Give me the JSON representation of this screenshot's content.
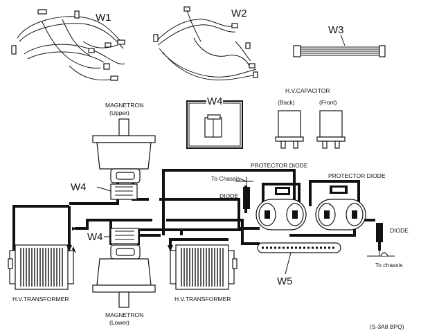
{
  "labels": {
    "w1": "W1",
    "w2": "W2",
    "w3": "W3",
    "w4_box": "W4",
    "w4_upper": "W4",
    "w4_lower": "W4",
    "w5": "W5",
    "hv_capacitor": "H.V.CAPACITOR",
    "back": "(Back)",
    "front": "(Front)",
    "magnetron_upper_1": "MAGNETRON",
    "magnetron_upper_2": "(Upper)",
    "magnetron_lower_1": "MAGNETRON",
    "magnetron_lower_2": "(Lower)",
    "protector_diode_1": "PROTECTOR DIODE",
    "protector_diode_2": "PROTECTOR DIODE",
    "to_chassis_1": "To Chassis",
    "to_chassis_2": "To chassis",
    "diode_1": "DIODE",
    "diode_2": "DIODE",
    "hv_transformer_left": "H.V.TRANSFORMER",
    "hv_transformer_right": "H.V.TRANSFORMER",
    "figure_code": "(S-3A8 BPQ)"
  }
}
